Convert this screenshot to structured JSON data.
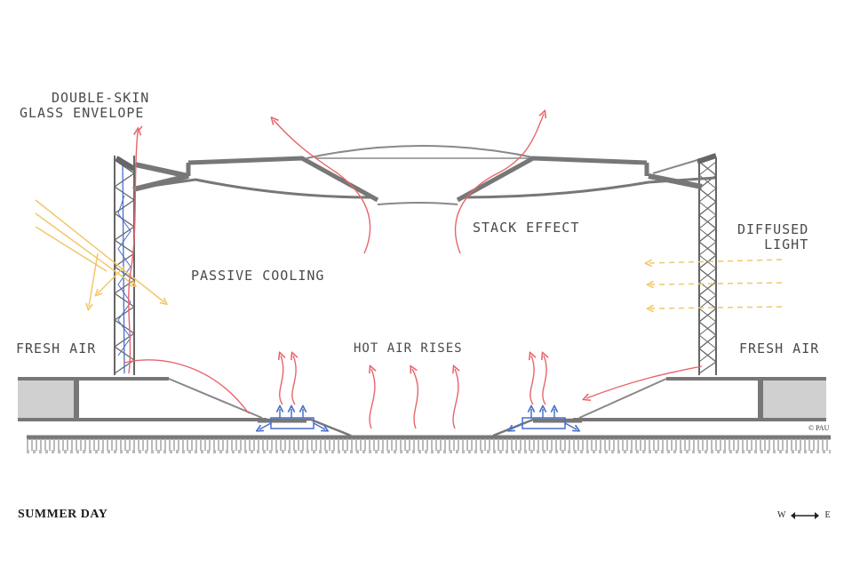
{
  "labels": {
    "double_skin_line1": "DOUBLE-SKIN",
    "double_skin_line2": "GLASS ENVELOPE",
    "passive_cooling": "PASSIVE COOLING",
    "stack_effect": "STACK EFFECT",
    "diffused_light_line1": "DIFFUSED",
    "diffused_light_line2": "LIGHT",
    "fresh_air_left": "FRESH AIR",
    "fresh_air_right": "FRESH AIR",
    "hot_air_rises": "HOT AIR RISES"
  },
  "caption": "SUMMER DAY",
  "credit": "© PAU",
  "compass": {
    "west": "W",
    "east": "E"
  },
  "colors": {
    "structure": "#7a7a7a",
    "hot_air": "#e8646a",
    "cool_air": "#4a6fc8",
    "sunlight": "#f2c76a",
    "truss": "#555555",
    "ground_hatch": "#9a9a9a"
  }
}
